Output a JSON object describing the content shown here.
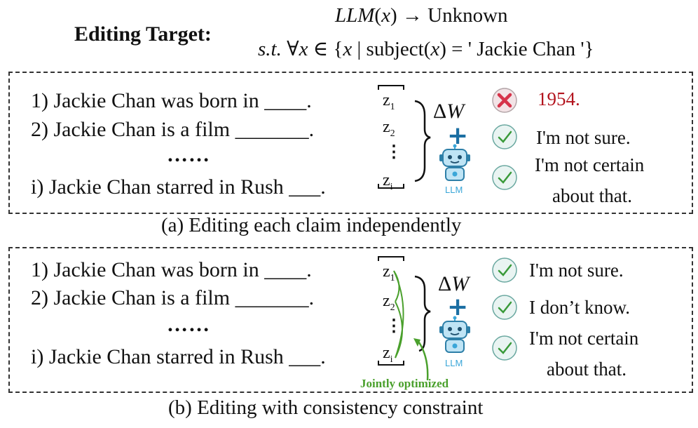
{
  "header": {
    "target_label": "Editing Target:",
    "formula_line1": "LLM(x) → Unknown",
    "formula_line2_prefix": "s.t.",
    "formula_line2_body": "∀x ∈ {x | subject(x) = ' Jackie Chan '}"
  },
  "claims": {
    "c1": "1) Jackie Chan was born in ____.",
    "c2": "2) Jackie Chan is a film _______.",
    "dots": "……",
    "ci": "i) Jackie Chan starred in Rush ___."
  },
  "latent": {
    "z1": "z",
    "z1_sub": "1",
    "z2": "z",
    "z2_sub": "2",
    "zdots": "⋮",
    "zi": "z",
    "zi_sub": "i"
  },
  "model": {
    "delta_symbol": "Δ",
    "delta_var": "W",
    "plus": "+",
    "llm_label": "LLM"
  },
  "panel_a": {
    "answers": [
      "1954.",
      "I'm not sure.",
      "I'm not certain",
      "about that."
    ],
    "caption": "(a)  Editing each claim independently"
  },
  "panel_b": {
    "answers": [
      "I'm not sure.",
      "I don’t know.",
      "I'm not certain",
      "about that."
    ],
    "jointly_label": "Jointly optimized",
    "caption": "(b)  Editing with consistency constraint"
  },
  "colors": {
    "wrong": "#b3141e",
    "check": "#3a9a3a",
    "cross": "#d6334a",
    "robot": "#3aa6d8",
    "plus": "#1c6fa3",
    "jointly": "#4aa02c"
  },
  "icon_names": [
    "cross-icon",
    "check-icon",
    "robot-icon",
    "bracket-icon",
    "arrow-icon"
  ]
}
